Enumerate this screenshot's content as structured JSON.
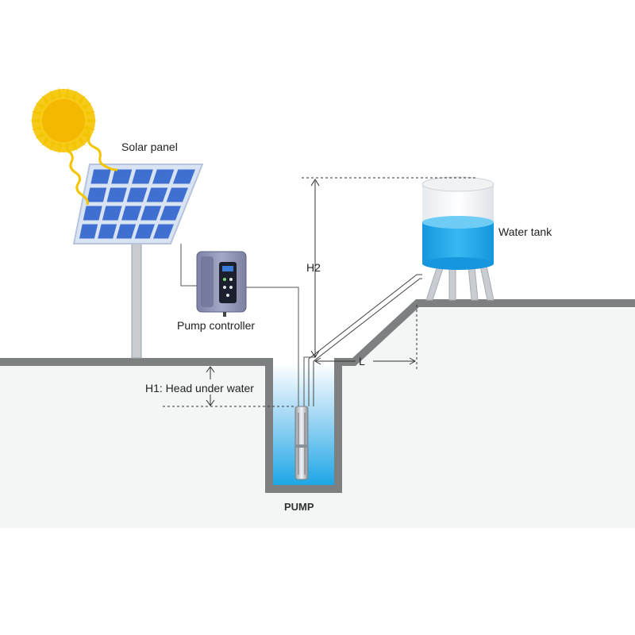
{
  "labels": {
    "solar_panel": "Solar panel",
    "pump_controller": "Pump controller",
    "water_tank": "Water tank",
    "h2": "H2",
    "l": "L",
    "h1": "H1: Head under water",
    "pump": "PUMP"
  },
  "colors": {
    "ground": "#7d8081",
    "soil": "#f4f5f5",
    "water": "#1ea6e6",
    "sun": "#f5c400",
    "panel_cell": "#3f6fd1",
    "panel_frame": "#d8e3f4",
    "controller": "#8a8fb0",
    "dimension_line": "#333333"
  },
  "icons": [
    "sun-icon",
    "solar-panel-icon",
    "pump-controller-icon",
    "water-tank-icon",
    "pump-icon"
  ]
}
